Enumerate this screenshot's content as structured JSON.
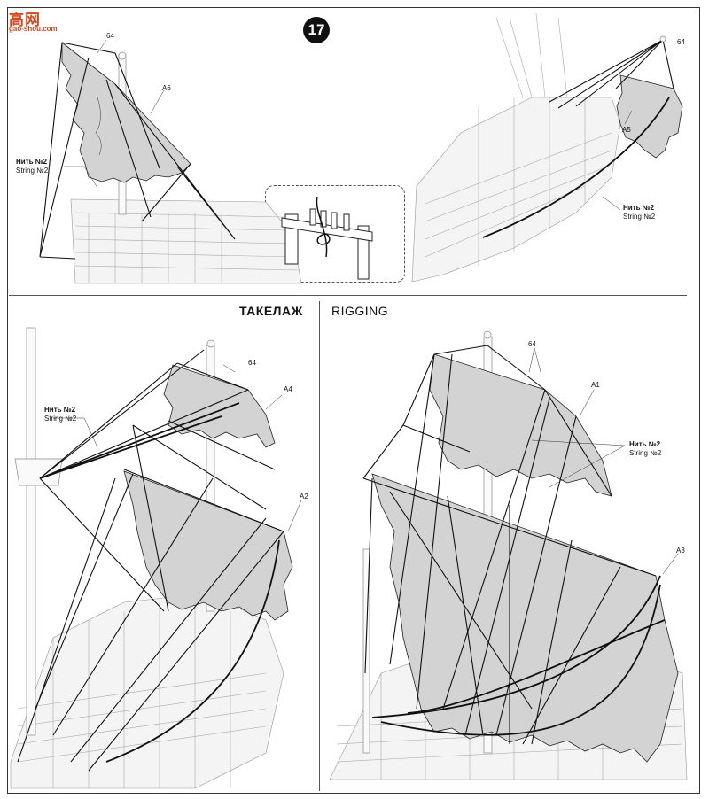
{
  "logo": {
    "chars": "高网",
    "url": "gao-shou.com"
  },
  "step": "17",
  "heading": {
    "ru": "ТАКЕЛАЖ",
    "en": "RIGGING"
  },
  "labels": {
    "string_ru": "Нить №2",
    "string_en": "String №2",
    "part_64": "64",
    "a6": "A6",
    "a5": "A5",
    "a4": "A4",
    "a2": "A2",
    "a1": "A1",
    "a3": "A3"
  }
}
